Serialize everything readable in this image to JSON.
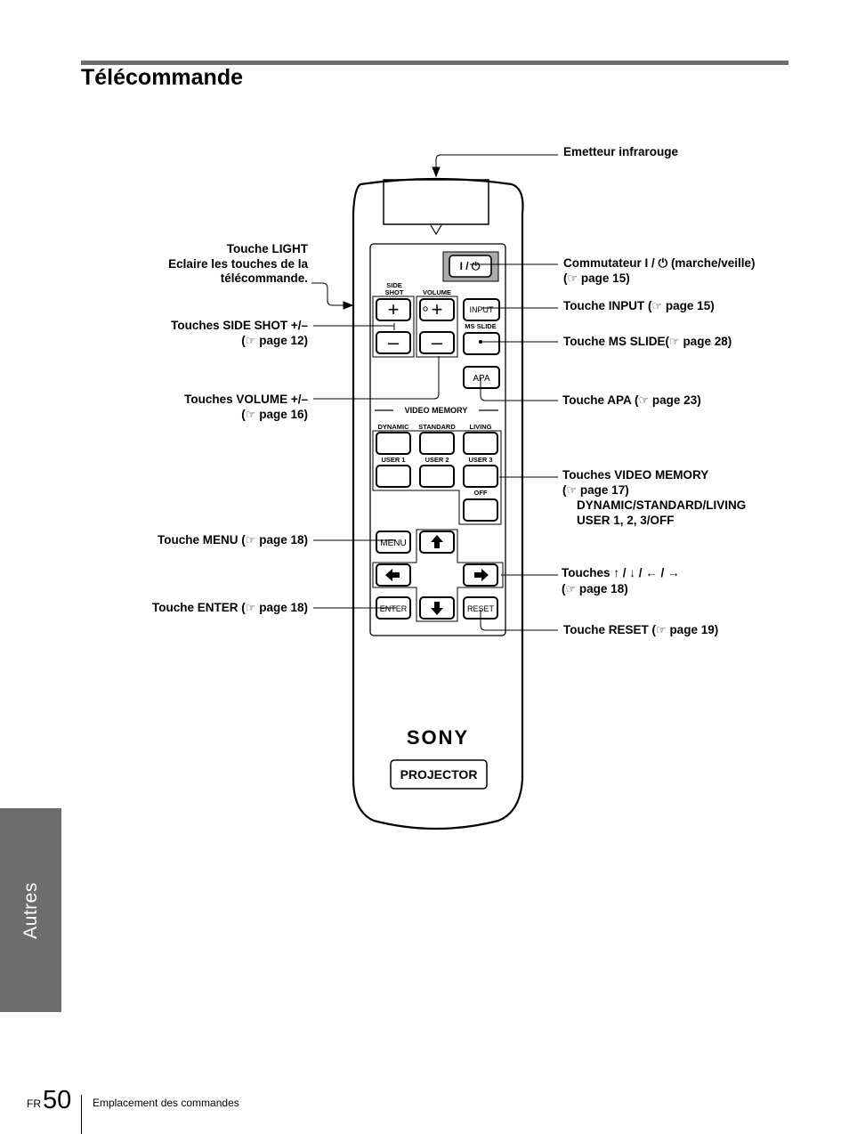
{
  "page_title": "Télécommande",
  "side_tab": "Autres",
  "remote": {
    "side_shot": "SIDE\nSHOT",
    "side_shot_l1": "SIDE",
    "side_shot_l2": "SHOT",
    "volume": "VOLUME",
    "power": "I / ⏻",
    "input": "INPUT",
    "ms_slide": "MS SLIDE",
    "apa": "APA",
    "video_memory": "VIDEO MEMORY",
    "dynamic": "DYNAMIC",
    "standard": "STANDARD",
    "living": "LIVING",
    "user1": "USER 1",
    "user2": "USER 2",
    "user3": "USER 3",
    "off": "OFF",
    "menu": "MENU",
    "enter": "ENTER",
    "reset": "RESET",
    "brand": "SONY",
    "projector": "PROJECTOR"
  },
  "callouts": {
    "emetteur": "Emetteur infrarouge",
    "light_1": "Touche LIGHT",
    "light_2": "Eclaire les touches de la",
    "light_3": "télécommande.",
    "side_shot_1": "Touches SIDE SHOT +/–",
    "side_shot_2": "page 12)",
    "volume_1": "Touches VOLUME +/–",
    "volume_2": "page 16)",
    "menu": "Touche MENU (",
    "menu_page": "page 18)",
    "enter": "Touche ENTER (",
    "enter_page": "page 18)",
    "power_1": "Commutateur I / ⏻ (marche/veille)",
    "power_2": "page 15)",
    "input": "Touche INPUT (",
    "input_page": "page 15)",
    "ms_slide": "Touche MS SLIDE(",
    "ms_slide_page": "page 28)",
    "apa": "Touche APA (",
    "apa_page": "page 23)",
    "vm_1": "Touches VIDEO MEMORY",
    "vm_2": "page 17)",
    "vm_3": "DYNAMIC/STANDARD/LIVING",
    "vm_4": "USER 1, 2, 3/OFF",
    "arrows_1": "Touches ↑ / ↓ / ← / →",
    "arrows_2": "page 18)",
    "reset": "Touche RESET (",
    "reset_page": "page 19)"
  },
  "footer": {
    "lang": "FR",
    "page_number": "50",
    "section": "Emplacement des commandes"
  }
}
